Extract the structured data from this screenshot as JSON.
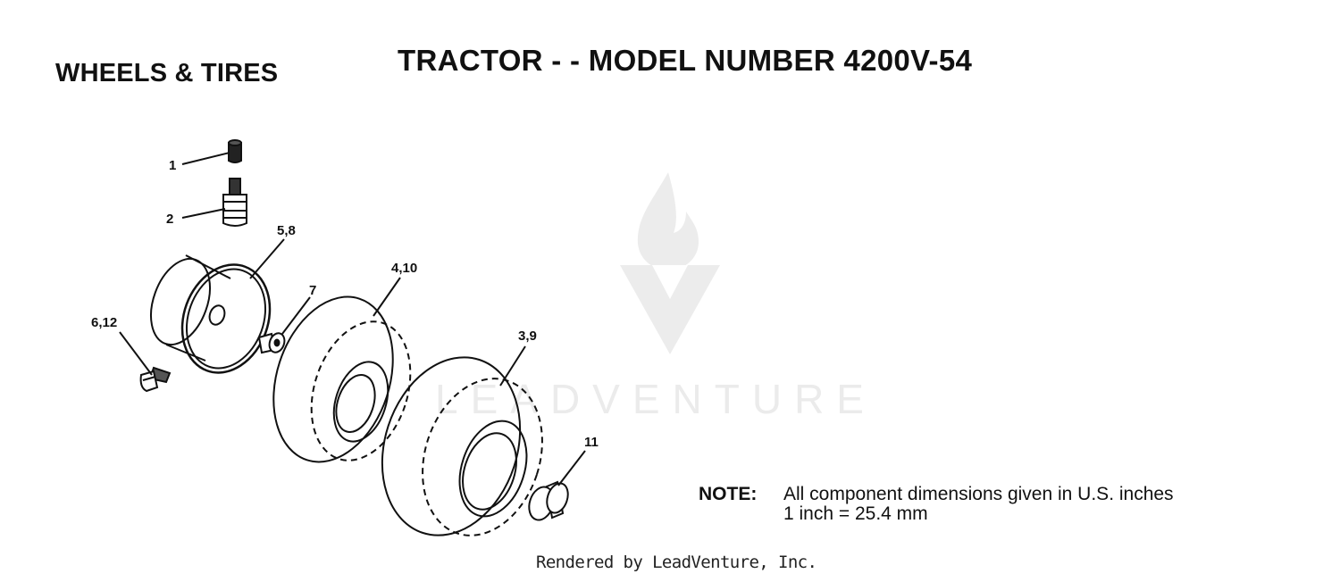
{
  "header": {
    "section_title": "WHEELS & TIRES",
    "main_title": "TRACTOR - - MODEL NUMBER 4200V-54"
  },
  "diagram": {
    "callouts": [
      "1",
      "2",
      "5,8",
      "7",
      "4,10",
      "6,12",
      "3,9",
      "11"
    ],
    "parts": [
      "valve-cap",
      "valve-stem",
      "wheel-rim",
      "spacer-washer",
      "front-tire",
      "lug-bolt",
      "rear-tire",
      "bushing"
    ]
  },
  "note": {
    "label": "NOTE:",
    "line1": "All component dimensions given in U.S. inches",
    "line2": "1 inch = 25.4 mm"
  },
  "watermark": {
    "text": "LEADVENTURE"
  },
  "footer": {
    "credit": "Rendered by LeadVenture, Inc."
  }
}
